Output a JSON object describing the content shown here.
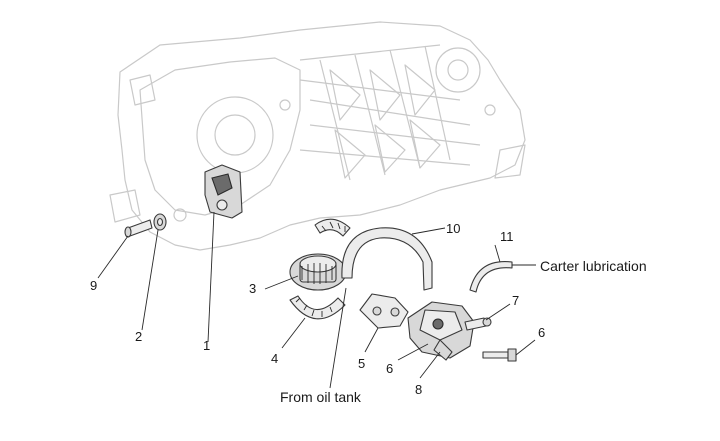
{
  "callouts": {
    "c1": "1",
    "c2": "2",
    "c3": "3",
    "c4": "4",
    "c5": "5",
    "c6a": "6",
    "c6b": "6",
    "c7": "7",
    "c8": "8",
    "c9": "9",
    "c10": "10",
    "c11": "11"
  },
  "captions": {
    "carter": "Carter lubrication",
    "oil_tank": "From oil tank"
  }
}
